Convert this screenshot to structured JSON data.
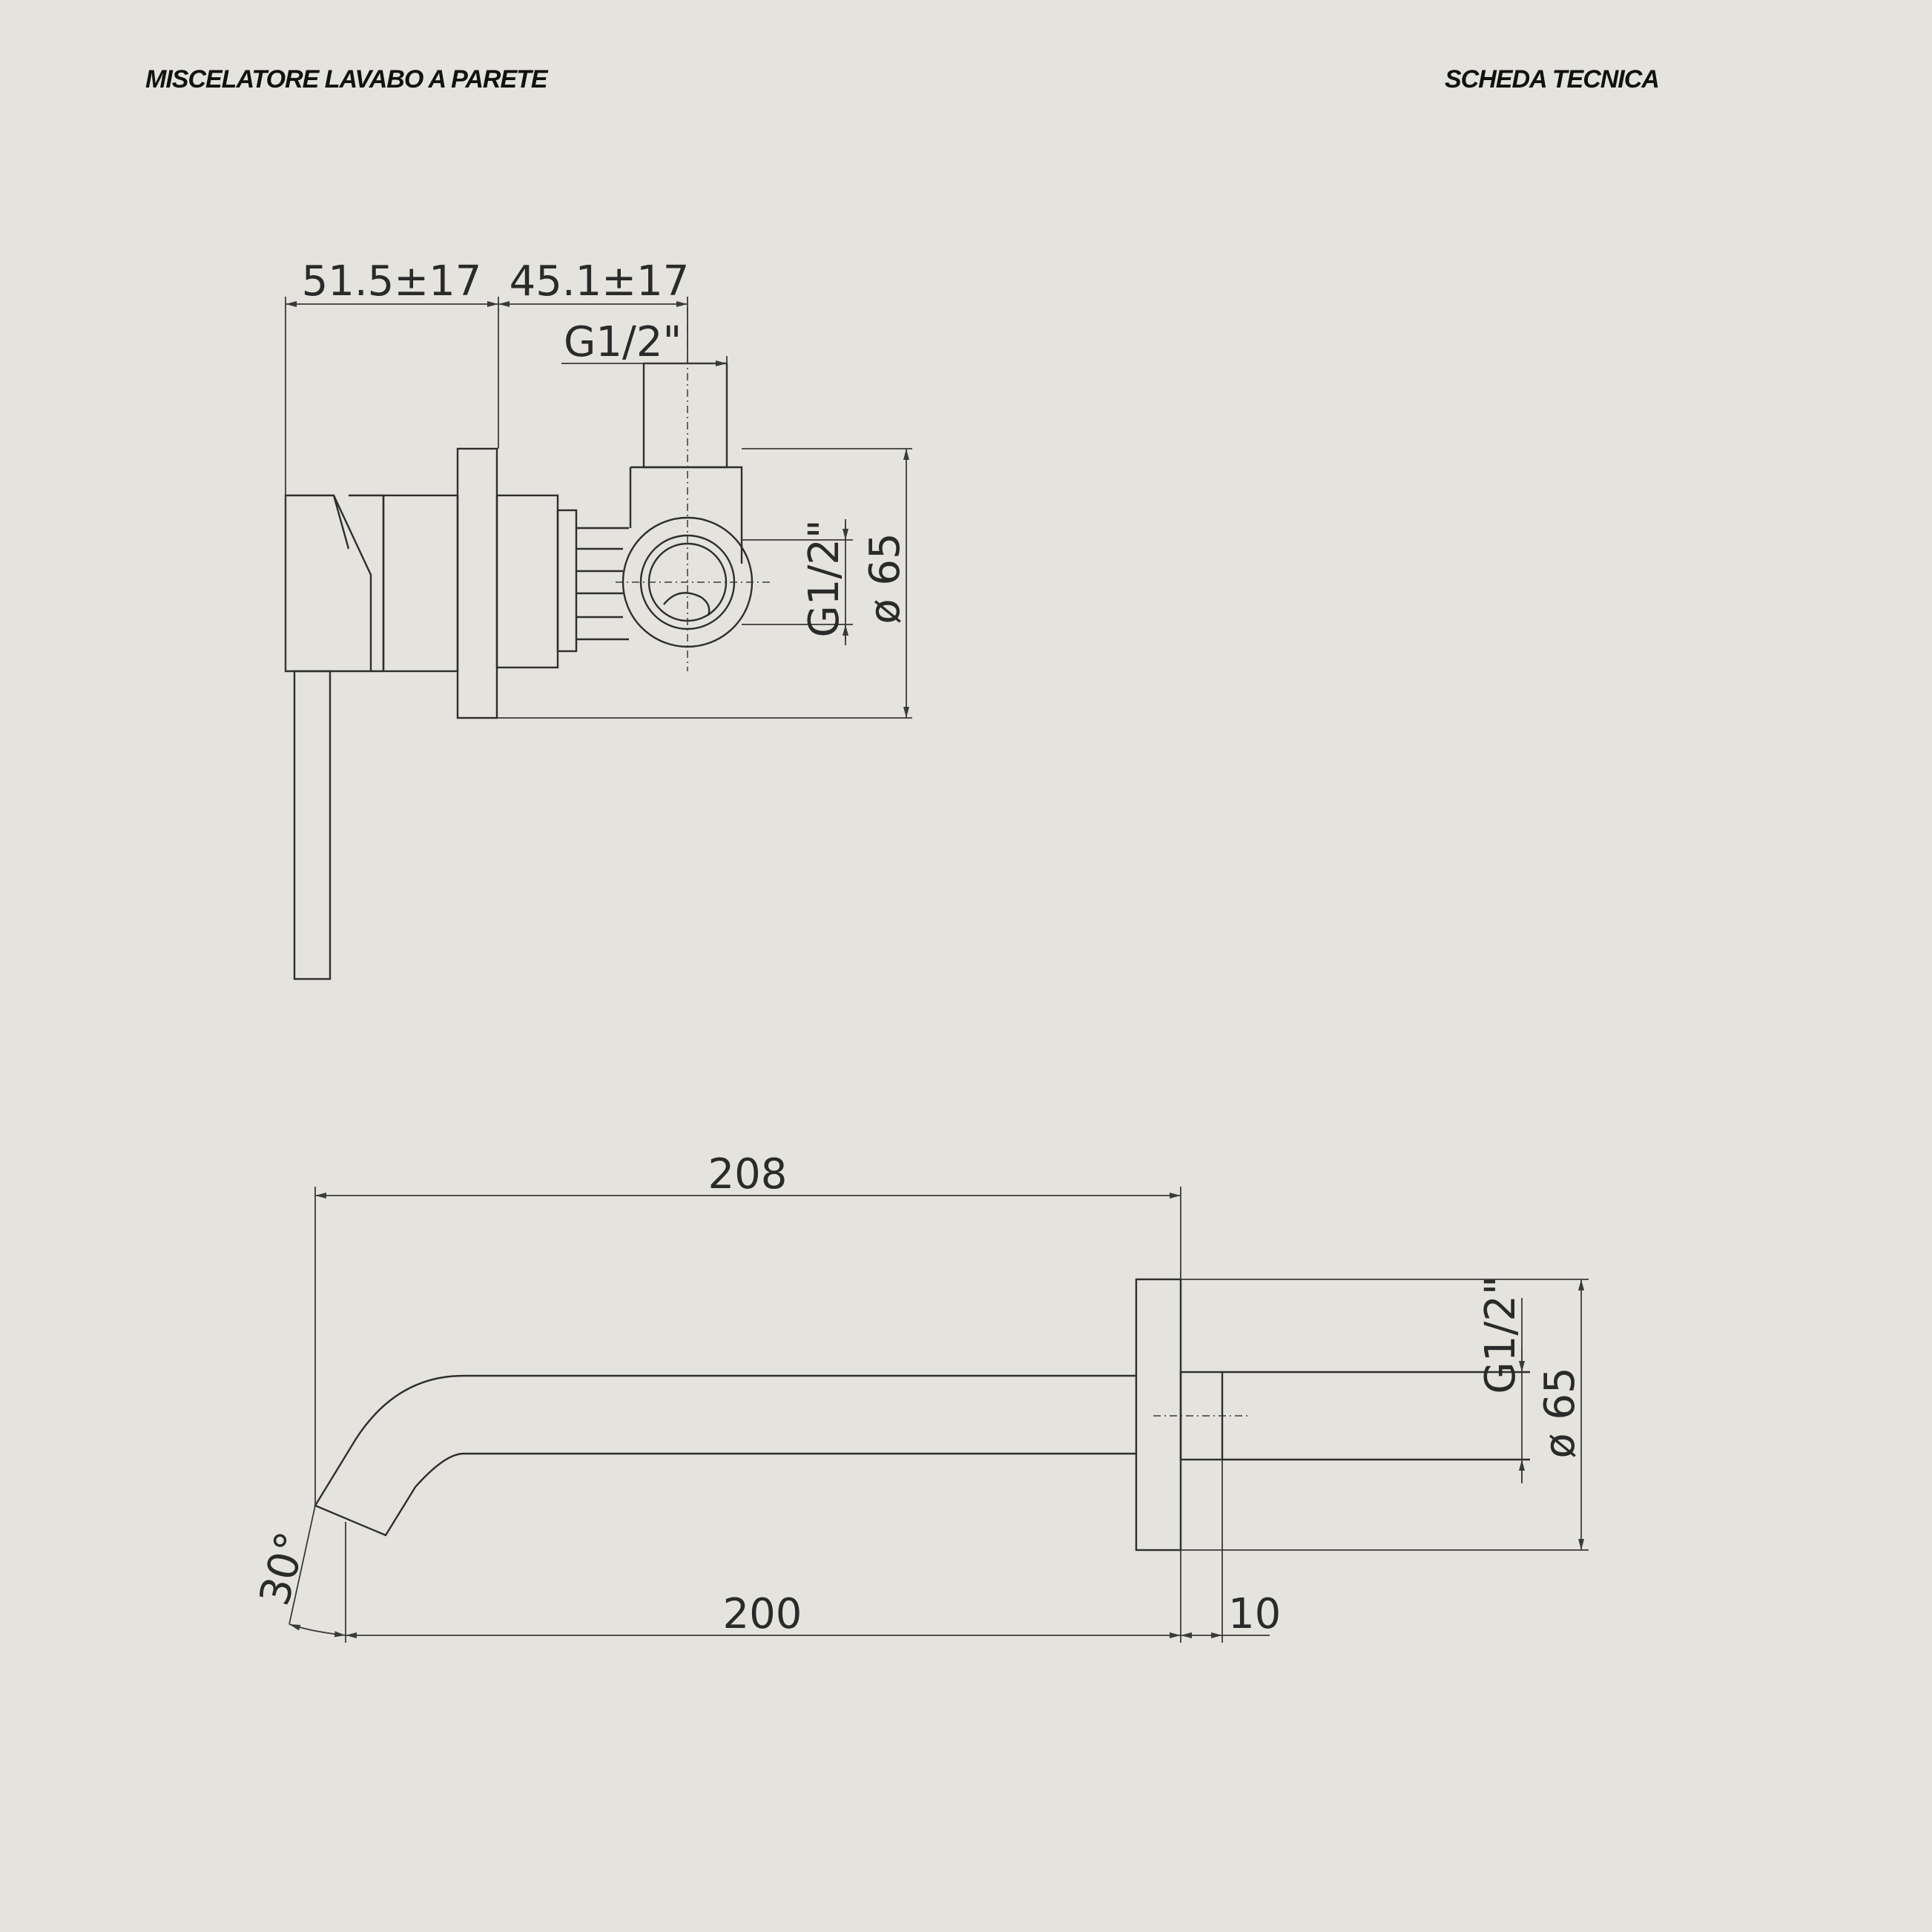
{
  "header": {
    "title": "MISCELATORE LAVABO A PARETE",
    "doc_type": "SCHEDA TECNICA"
  },
  "mixer_view": {
    "dim_handle_depth": "51.5±17",
    "dim_body_depth": "45.1±17",
    "dim_top_thread": "G1/2\"",
    "dim_side_thread": "G1/2\"",
    "dim_plate_diameter": "ø 65"
  },
  "spout_view": {
    "dim_total_length": "208",
    "dim_spout_length": "200",
    "dim_plate_thickness": "10",
    "dim_outlet_angle": "30°",
    "dim_thread": "G1/2\"",
    "dim_plate_diameter": "ø 65"
  },
  "colors": {
    "background": "#e5e3de",
    "line": "#2e2e2e"
  }
}
